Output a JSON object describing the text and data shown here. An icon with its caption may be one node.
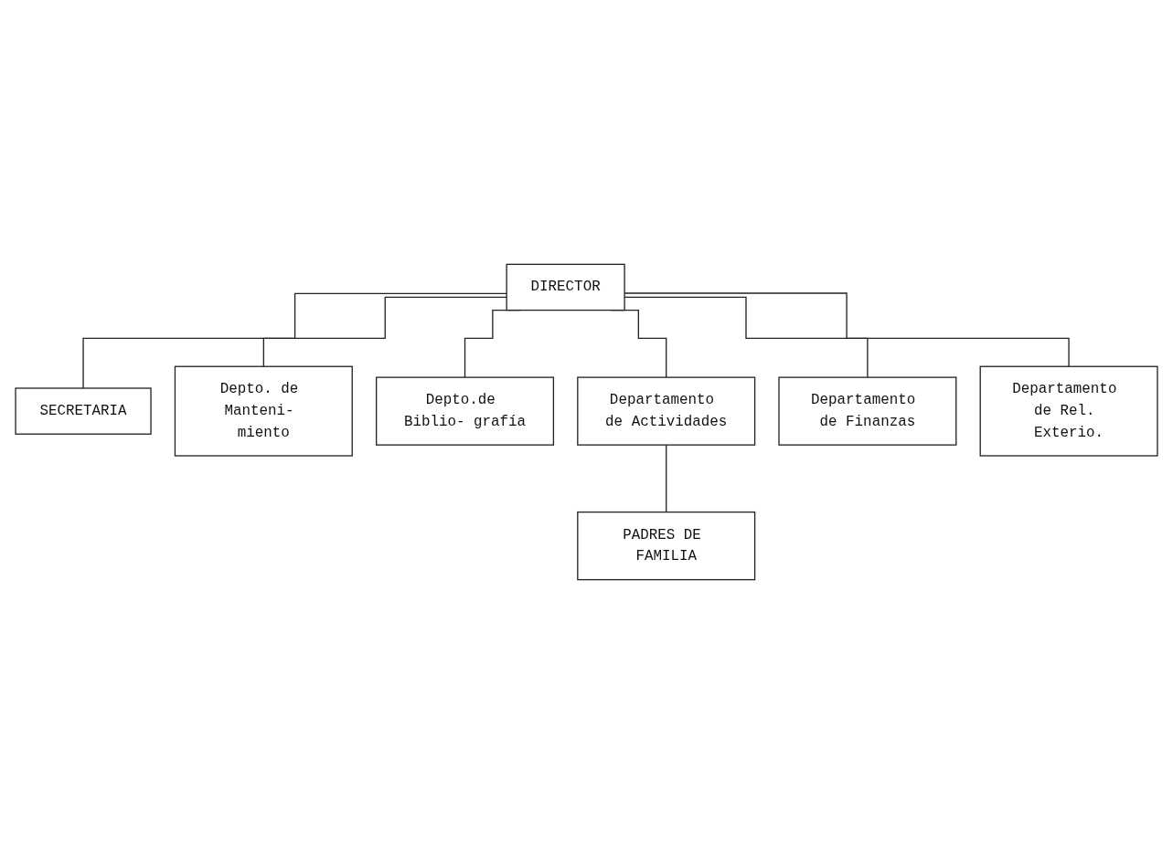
{
  "diagram": {
    "nodes": [
      {
        "text": [
          "DIRECTOR"
        ]
      },
      {
        "text": [
          "SECRETARIA"
        ]
      },
      {
        "text": [
          "Depto. de Manteni- miento"
        ]
      },
      {
        "text": [
          "Depto.de Biblio- grafía"
        ]
      },
      {
        "text": [
          "Departamento de Actividades"
        ]
      },
      {
        "text": [
          "Departamento de Finanzas"
        ]
      },
      {
        "text": [
          "Departamento de Rel. Exterio."
        ]
      },
      {
        "text": [
          "PADRES DE FAMILIA"
        ]
      }
    ],
    "edges": [
      {
        "from": 0,
        "to": 1,
        "arrow": "none"
      },
      {
        "from": 0,
        "to": 2,
        "arrow": "none"
      },
      {
        "from": 0,
        "to": 3,
        "arrow": "none"
      },
      {
        "from": 0,
        "to": 4,
        "arrow": "none"
      },
      {
        "from": 0,
        "to": 5,
        "arrow": "none"
      },
      {
        "from": 0,
        "to": 6,
        "arrow": "none"
      },
      {
        "from": 4,
        "to": 7,
        "arrow": "none"
      }
    ]
  }
}
